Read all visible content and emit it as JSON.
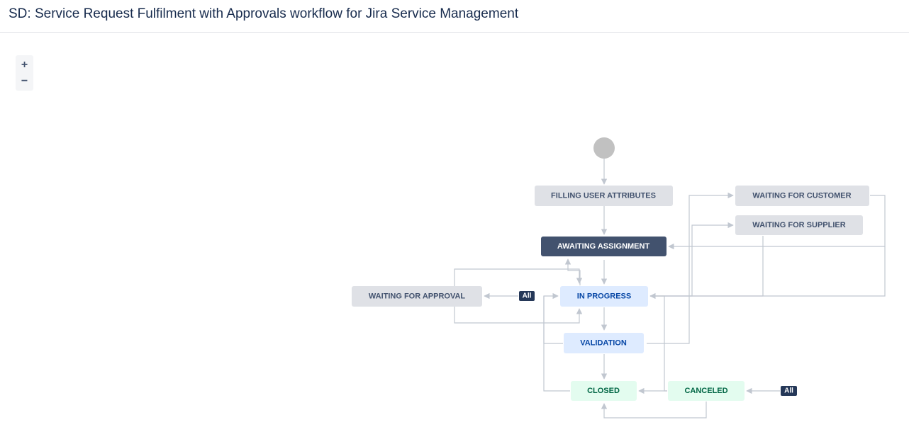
{
  "header": {
    "title": "SD: Service Request Fulfilment with Approvals workflow for Jira Service Management"
  },
  "zoom": {
    "in_label": "+",
    "out_label": "−"
  },
  "diagram": {
    "statuses": {
      "filling_user_attributes": "FILLING USER ATTRIBUTES",
      "awaiting_assignment": "AWAITING ASSIGNMENT",
      "waiting_for_customer": "WAITING FOR CUSTOMER",
      "waiting_for_supplier": "WAITING FOR SUPPLIER",
      "waiting_for_approval": "WAITING FOR APPROVAL",
      "in_progress": "IN PROGRESS",
      "validation": "VALIDATION",
      "closed": "CLOSED",
      "canceled": "CANCELED"
    },
    "badges": {
      "approval_all": "All",
      "canceled_all": "All"
    },
    "colors": {
      "todo_bg": "#dfe1e6",
      "todo_text": "#42526e",
      "highlight_bg": "#42526e",
      "highlight_text": "#ffffff",
      "inprogress_bg": "#deebff",
      "inprogress_text": "#0747a6",
      "done_bg": "#e3fcef",
      "done_text": "#006644",
      "edge": "#c1c7d0",
      "badge_bg": "#253858",
      "start_node": "#c1c1c1"
    }
  }
}
